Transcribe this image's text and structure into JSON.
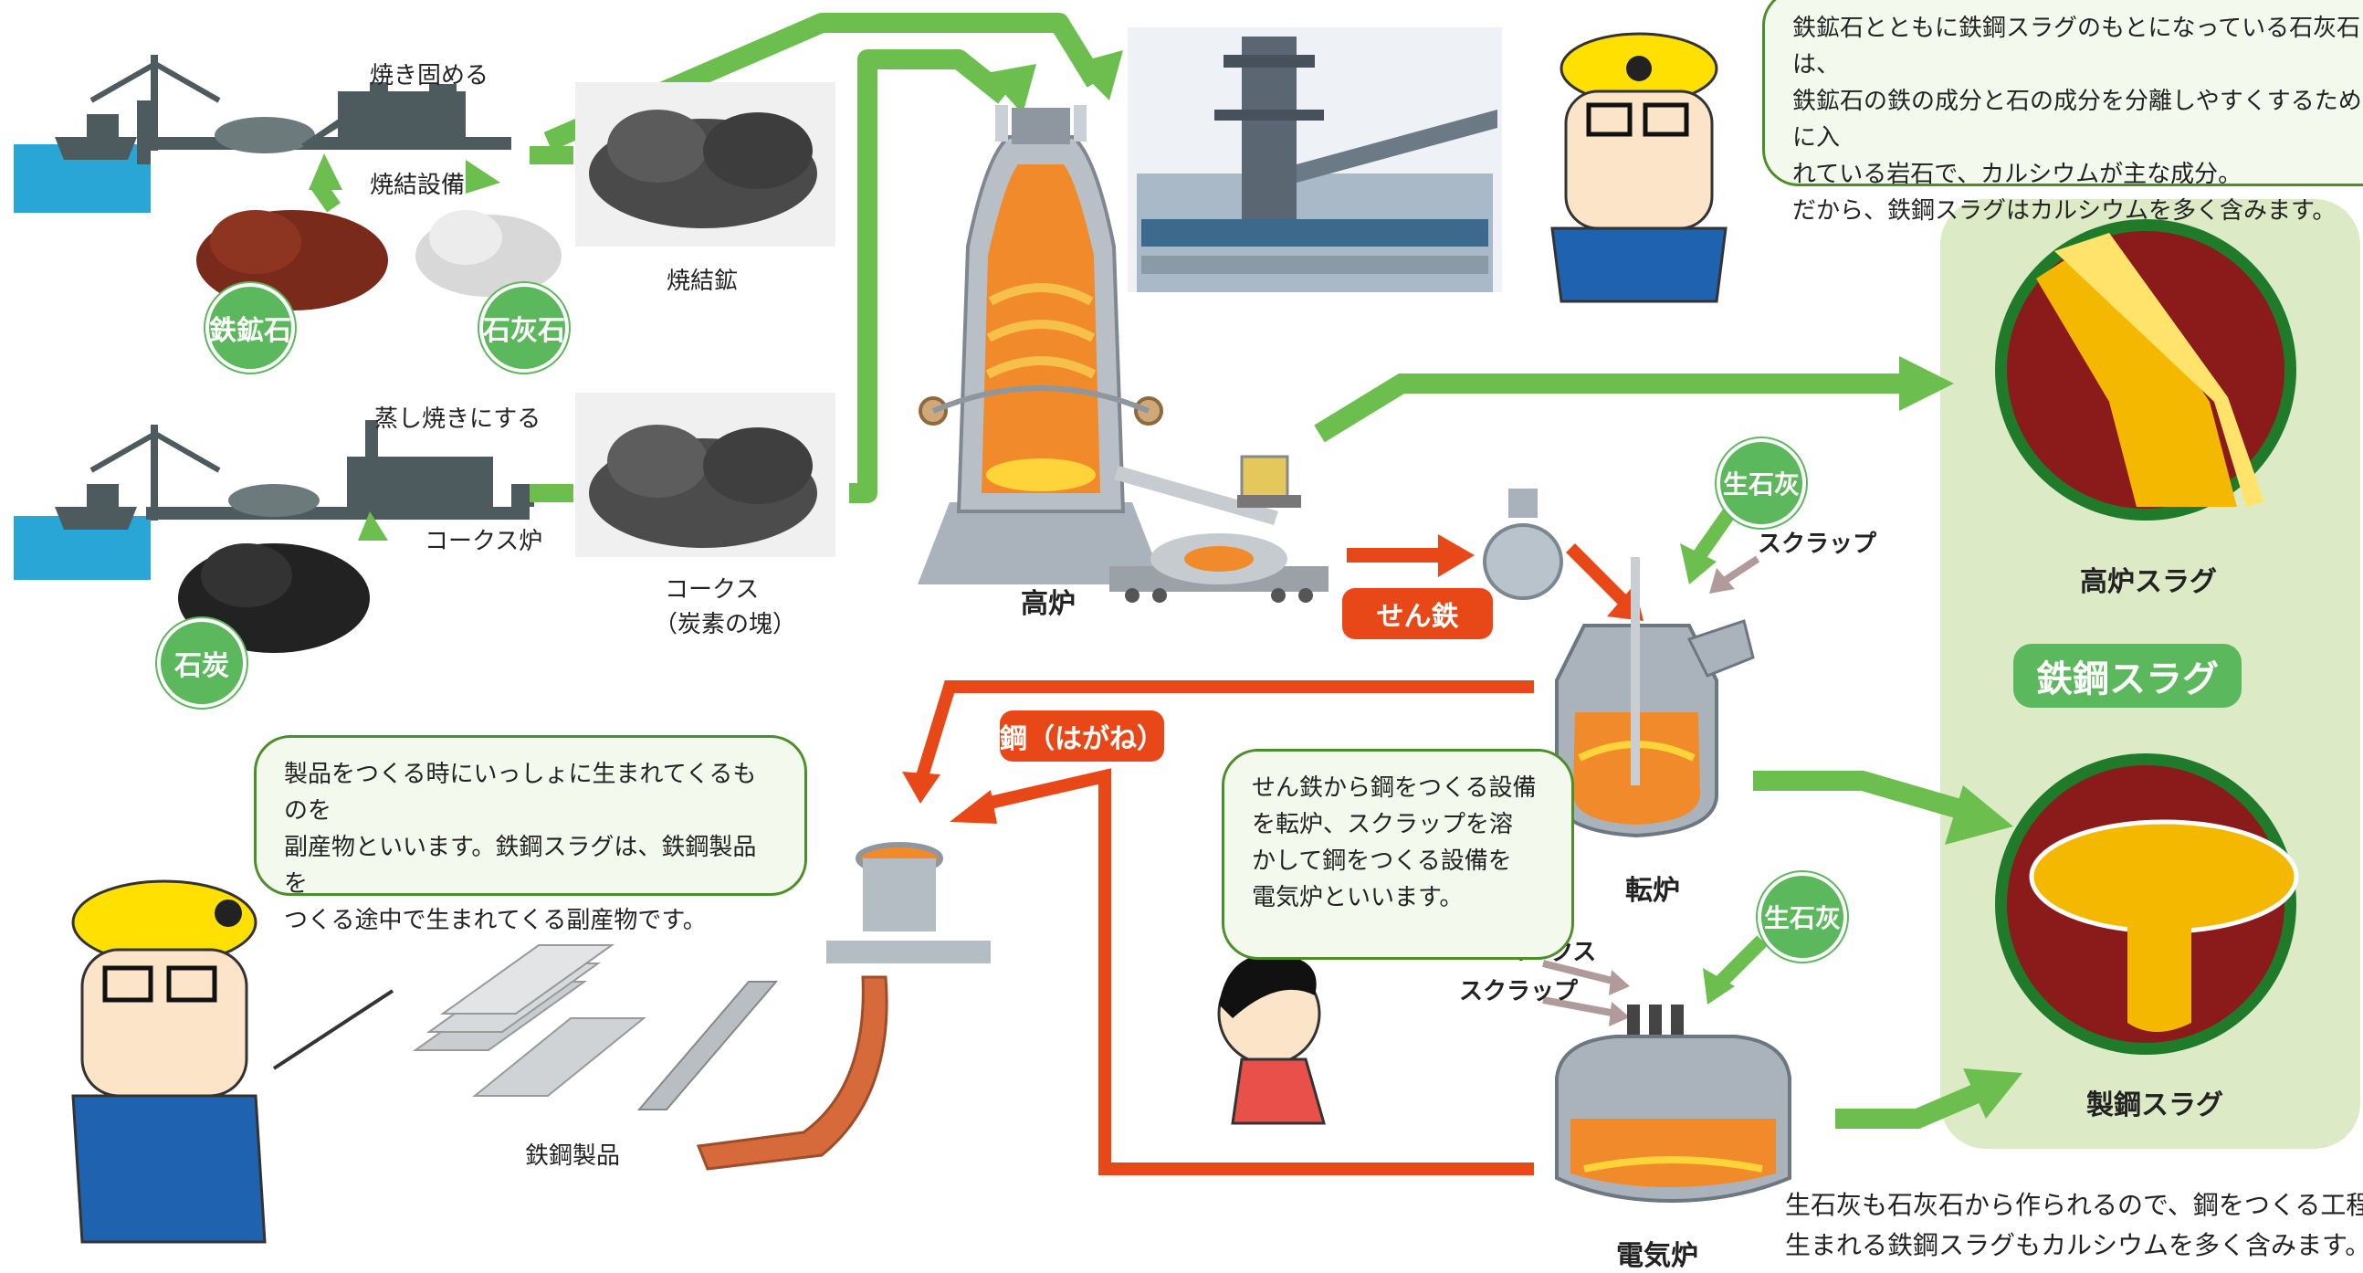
{
  "left_top": {
    "process_top": "焼き固める",
    "facility": "焼結設備",
    "product": "焼結鉱",
    "ore": "鉄鉱石",
    "limestone": "石灰石"
  },
  "left_bottom": {
    "process_top": "蒸し焼きにする",
    "facility": "コークス炉",
    "product_line1": "コークス",
    "product_line2": "（炭素の塊）",
    "coal": "石炭"
  },
  "furnace": {
    "blast_furnace": "高炉",
    "pig_iron_tag": "せん鉄",
    "converter": "転炉",
    "electric_furnace": "電気炉",
    "steel_tag": "鋼（はがね）",
    "quicklime_1": "生石灰",
    "quicklime_2": "生石灰",
    "scrap_1": "スクラップ",
    "scrap_2": "スクラップ",
    "coke_input": "コークス",
    "products": "鉄鋼製品"
  },
  "right_panel": {
    "blast_slag": "高炉スラグ",
    "title": "鉄鋼スラグ",
    "steel_slag": "製鋼スラグ"
  },
  "top_bubble": [
    "鉄鉱石とともに鉄鋼スラグのもとになっている石灰石は、",
    "鉄鉱石の鉄の成分と石の成分を分離しやすくするために入",
    "れている岩石で、カルシウムが主な成分。",
    "だから、鉄鋼スラグはカルシウムを多く含みます。"
  ],
  "left_bubble": [
    "製品をつくる時にいっしょに生まれてくるものを",
    "副産物といいます。鉄鋼スラグは、鉄鋼製品を",
    "つくる途中で生まれてくる副産物です。"
  ],
  "mid_bubble": [
    "せん鉄から鋼をつくる設備",
    "を転炉、スクラップを溶",
    "かして鋼をつくる設備を",
    "電気炉といいます。"
  ],
  "bottom_note": [
    "生石灰も石灰石から作られるので、鋼をつくる工程で",
    "生まれる鉄鋼スラグもカルシウムを多く含みます。"
  ],
  "colors": {
    "green_arrow": "#6cbf4e",
    "red_arrow": "#e84818",
    "panel": "#dcebc6",
    "slag_red": "#8b1a1a",
    "slag_gold": "#f5b800"
  }
}
